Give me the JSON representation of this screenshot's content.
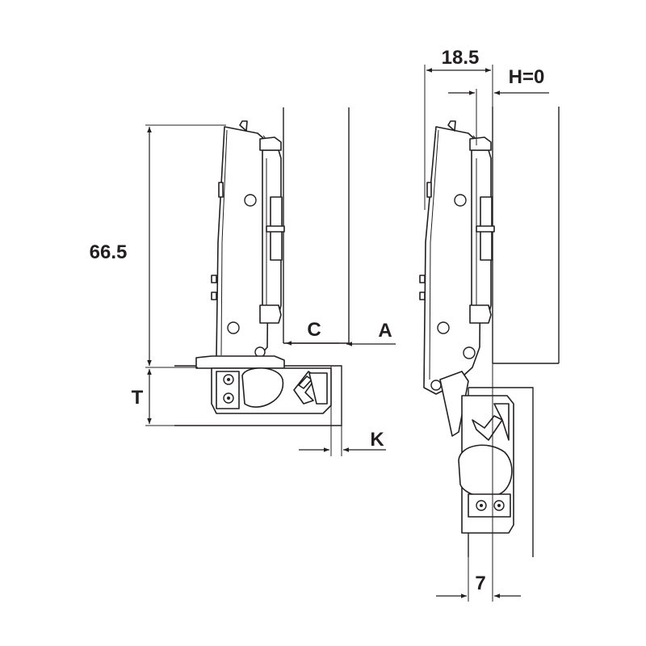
{
  "diagram": {
    "left_view": {
      "labels": {
        "height": "66.5",
        "cup_depth": "T",
        "drill_distance": "C",
        "overlay": "A",
        "edge_gap": "K"
      }
    },
    "right_view": {
      "labels": {
        "offset": "18.5",
        "overlay_zero": "H=0",
        "bottom_width": "7"
      }
    },
    "colors": {
      "line": "#231f20",
      "background": "#ffffff"
    }
  }
}
